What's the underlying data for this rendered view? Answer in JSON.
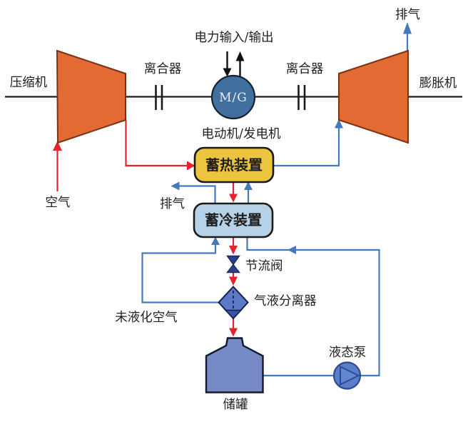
{
  "diagram": {
    "title_hint": "液态空气储能系统流程图",
    "labels": {
      "compressor": "压缩机",
      "clutch_left": "离合器",
      "clutch_right": "离合器",
      "power_io": "电力输入/输出",
      "motor_generator_abbr": "M/G",
      "motor_generator": "电动机/发电机",
      "expander": "膨胀机",
      "exhaust_top": "排气",
      "air_inlet": "空气",
      "exhaust_left": "排气",
      "heat_storage": "蓄热装置",
      "cold_storage": "蓄冷装置",
      "throttle_valve": "节流阀",
      "separator": "气液分离器",
      "unliquefied_air": "未液化空气",
      "storage_tank": "储罐",
      "liquid_pump": "液态泵"
    },
    "colors": {
      "machine_orange": "#e36a33",
      "motor_blue": "#41709f",
      "heat_storage_yellow": "#edc43e",
      "cold_storage_blue": "#b5d2e8",
      "tank_blue": "#7589c5",
      "separator_blue": "#5b79c4",
      "pump_blue": "#5b7ec8",
      "pump_triangle_blue": "#6488cf",
      "valve_navy": "#2d3f87",
      "hot_flow_red": "#e8212e",
      "cold_flow_blue": "#4678be"
    }
  }
}
